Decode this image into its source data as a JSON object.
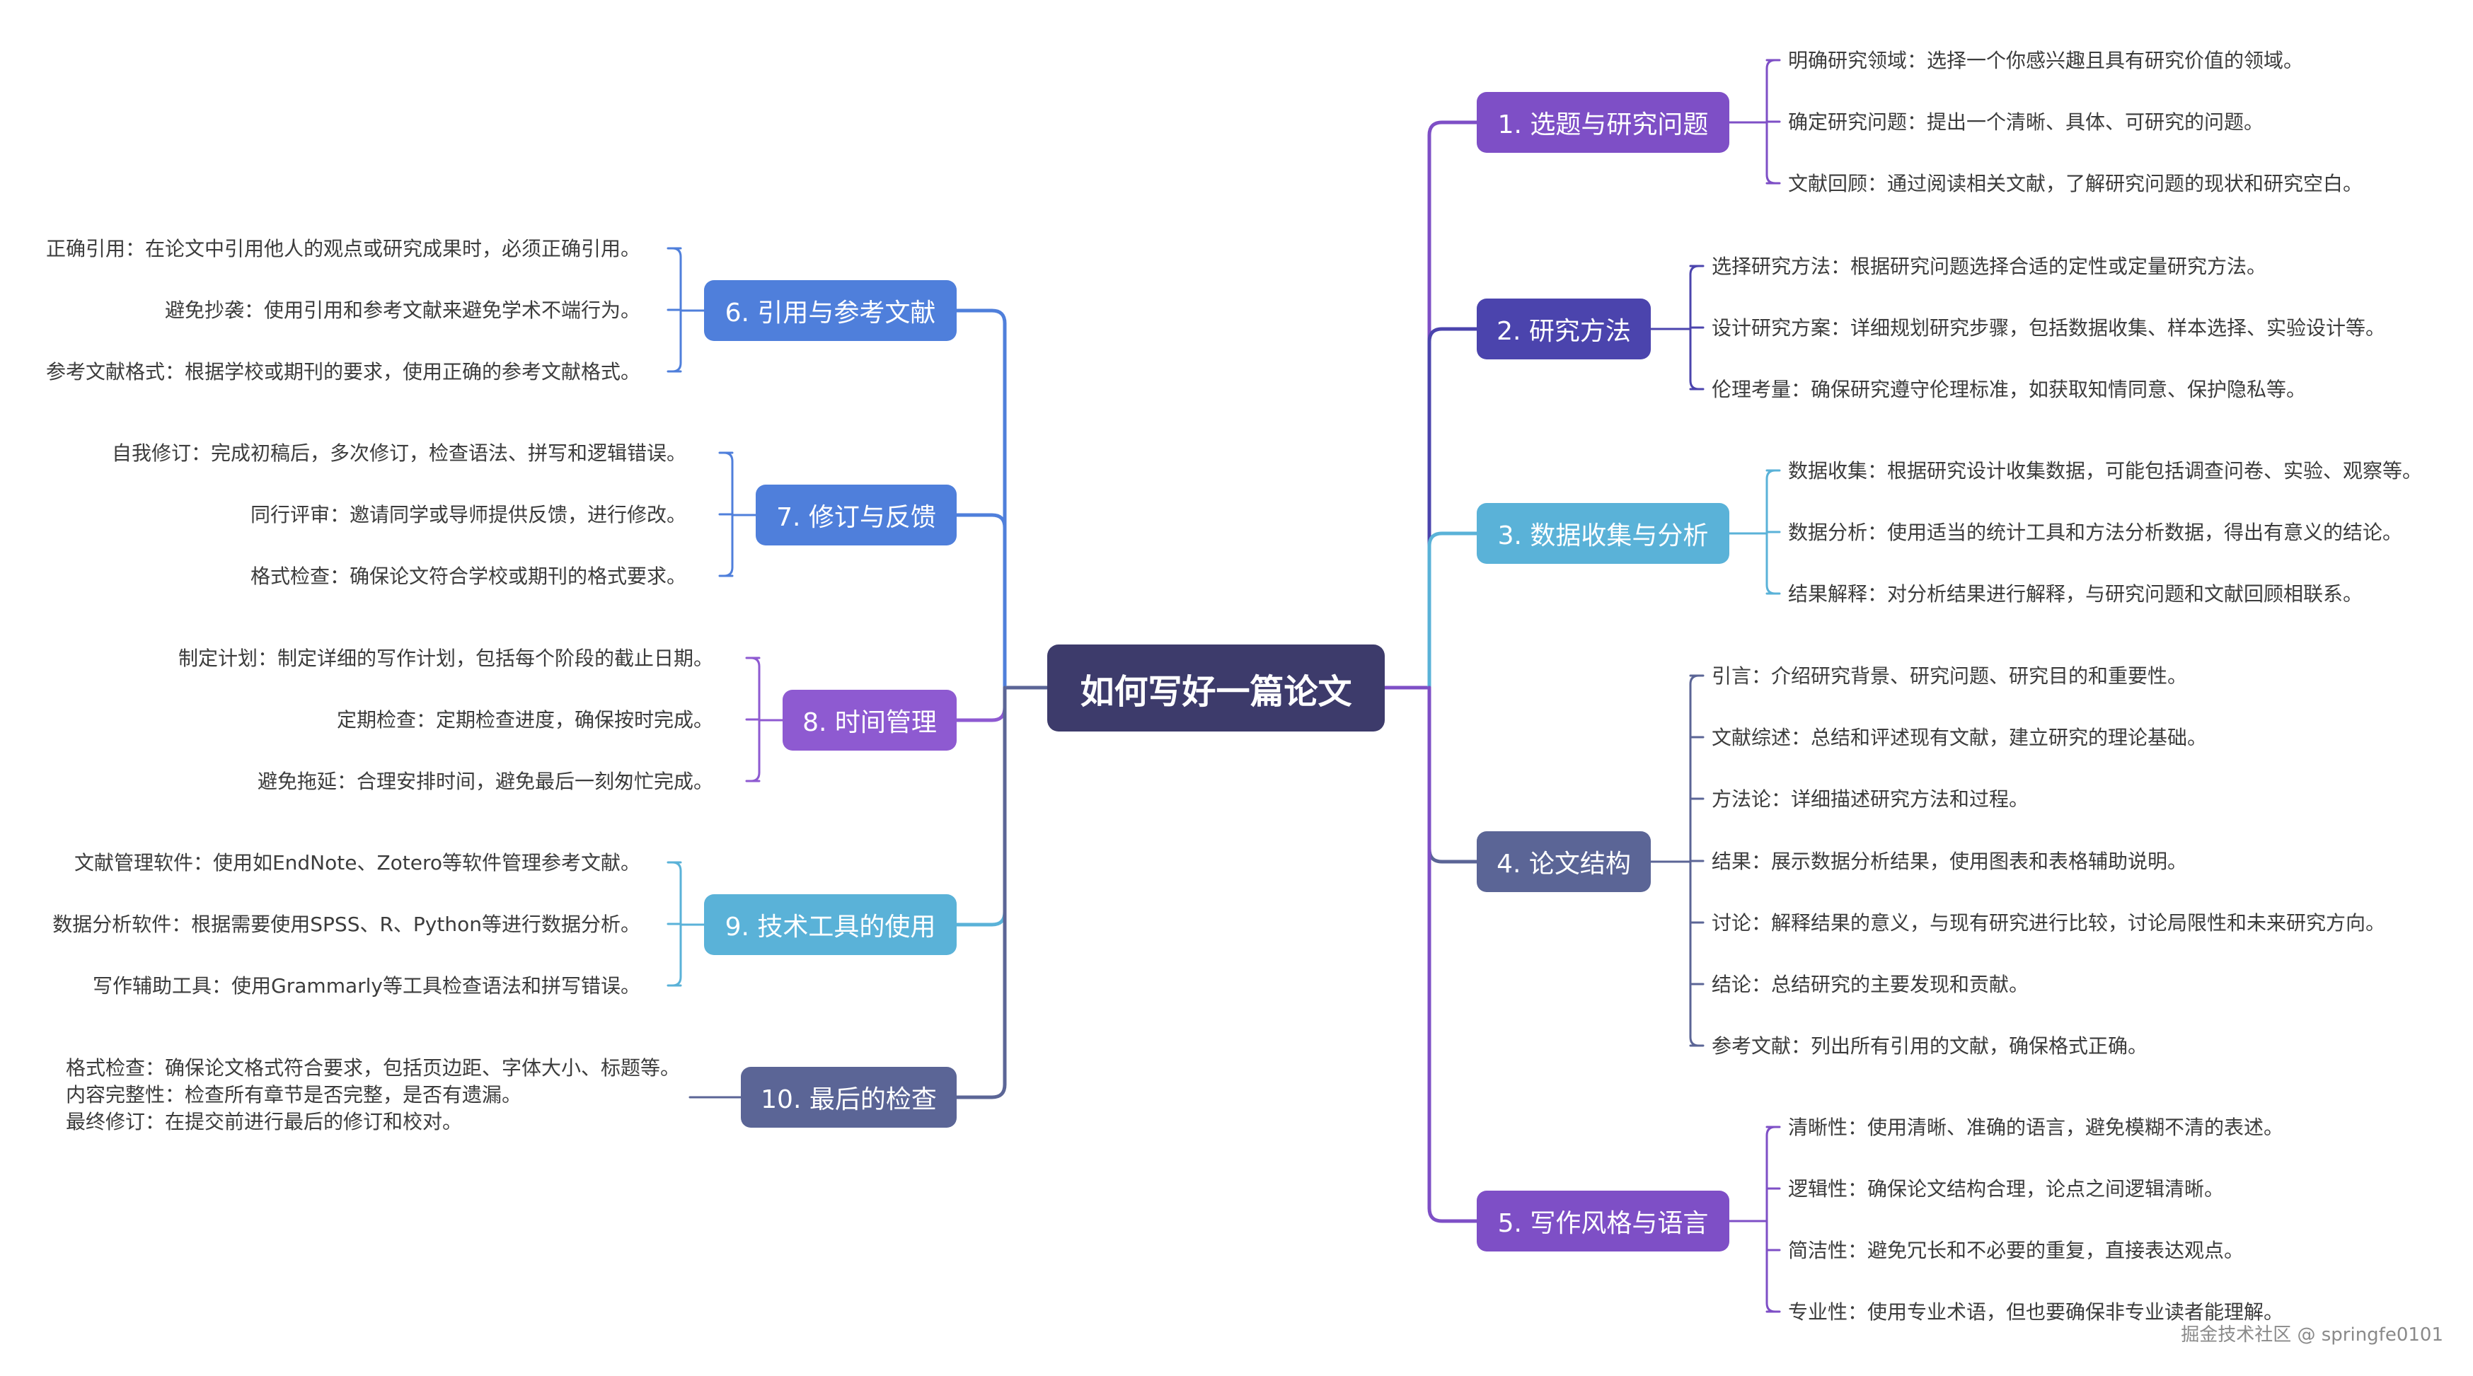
{
  "root": {
    "title": "如何写好一篇论文",
    "color": "#3d3b6b"
  },
  "branches": [
    {
      "id": "b1",
      "title": "1. 选题与研究问题",
      "color": "#7e4fc6",
      "leaves": [
        "明确研究领域：选择一个你感兴趣且具有研究价值的领域。",
        "确定研究问题：提出一个清晰、具体、可研究的问题。",
        "文献回顾：通过阅读相关文献，了解研究问题的现状和研究空白。"
      ]
    },
    {
      "id": "b2",
      "title": "2. 研究方法",
      "color": "#4b44ad",
      "leaves": [
        "选择研究方法：根据研究问题选择合适的定性或定量研究方法。",
        "设计研究方案：详细规划研究步骤，包括数据收集、样本选择、实验设计等。",
        "伦理考量：确保研究遵守伦理标准，如获取知情同意、保护隐私等。"
      ]
    },
    {
      "id": "b3",
      "title": "3. 数据收集与分析",
      "color": "#5ab2d8",
      "leaves": [
        "数据收集：根据研究设计收集数据，可能包括调查问卷、实验、观察等。",
        "数据分析：使用适当的统计工具和方法分析数据，得出有意义的结论。",
        "结果解释：对分析结果进行解释，与研究问题和文献回顾相联系。"
      ]
    },
    {
      "id": "b4",
      "title": "4. 论文结构",
      "color": "#5b6596",
      "leaves": [
        "引言：介绍研究背景、研究问题、研究目的和重要性。",
        "文献综述：总结和评述现有文献，建立研究的理论基础。",
        "方法论：详细描述研究方法和过程。",
        "结果：展示数据分析结果，使用图表和表格辅助说明。",
        "讨论：解释结果的意义，与现有研究进行比较，讨论局限性和未来研究方向。",
        "结论：总结研究的主要发现和贡献。",
        "参考文献：列出所有引用的文献，确保格式正确。"
      ]
    },
    {
      "id": "b5",
      "title": "5. 写作风格与语言",
      "color": "#7e4fc6",
      "leaves": [
        "清晰性：使用清晰、准确的语言，避免模糊不清的表述。",
        "逻辑性：确保论文结构合理，论点之间逻辑清晰。",
        "简洁性：避免冗长和不必要的重复，直接表达观点。",
        "专业性：使用专业术语，但也要确保非专业读者能理解。"
      ]
    },
    {
      "id": "b6",
      "title": "6. 引用与参考文献",
      "color": "#4f7fdb",
      "leaves": [
        "正确引用：在论文中引用他人的观点或研究成果时，必须正确引用。",
        "避免抄袭：使用引用和参考文献来避免学术不端行为。",
        "参考文献格式：根据学校或期刊的要求，使用正确的参考文献格式。"
      ]
    },
    {
      "id": "b7",
      "title": "7. 修订与反馈",
      "color": "#4f7fdb",
      "leaves": [
        "自我修订：完成初稿后，多次修订，检查语法、拼写和逻辑错误。",
        "同行评审：邀请同学或导师提供反馈，进行修改。",
        "格式检查：确保论文符合学校或期刊的格式要求。"
      ]
    },
    {
      "id": "b8",
      "title": "8. 时间管理",
      "color": "#8e5ad1",
      "leaves": [
        "制定计划：制定详细的写作计划，包括每个阶段的截止日期。",
        "定期检查：定期检查进度，确保按时完成。",
        "避免拖延：合理安排时间，避免最后一刻匆忙完成。"
      ]
    },
    {
      "id": "b9",
      "title": "9. 技术工具的使用",
      "color": "#5ab2d8",
      "leaves": [
        "文献管理软件：使用如EndNote、Zotero等软件管理参考文献。",
        "数据分析软件：根据需要使用SPSS、R、Python等进行数据分析。",
        "写作辅助工具：使用Grammarly等工具检查语法和拼写错误。"
      ]
    },
    {
      "id": "b10",
      "title": "10. 最后的检查",
      "color": "#5b6596",
      "leaves": [
        "格式检查：确保论文格式符合要求，包括页边距、字体大小、标题等。",
        "内容完整性：检查所有章节是否完整，是否有遗漏。",
        "最终修订：在提交前进行最后的修订和校对。"
      ]
    }
  ],
  "watermark": "掘金技术社区 @ springfe0101"
}
